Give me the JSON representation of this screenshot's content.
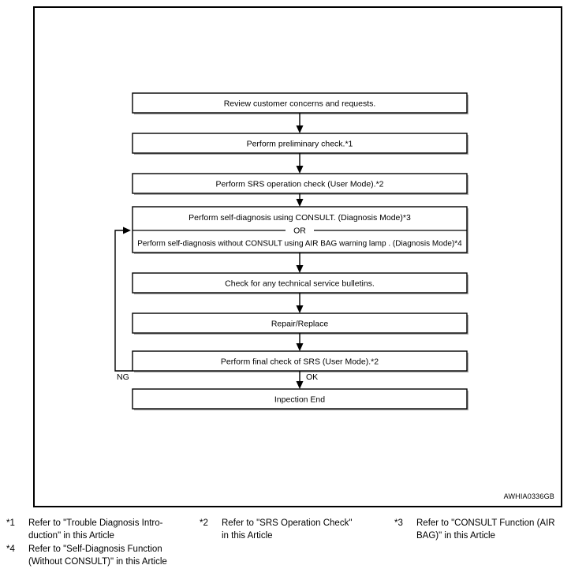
{
  "diagram": {
    "code": "AWHIA0336GB",
    "nodes": [
      {
        "id": "review",
        "label": "Review customer concerns and requests."
      },
      {
        "id": "preliminary",
        "label": "Perform preliminary check.*1"
      },
      {
        "id": "srs-check",
        "label": "Perform SRS operation check (User Mode).*2"
      },
      {
        "id": "self-diag-consult",
        "label": "Perform self-diagnosis using CONSULT. (Diagnosis Mode)*3"
      },
      {
        "id": "or-divider",
        "label": "OR"
      },
      {
        "id": "self-diag-no-consult",
        "label": "Perform self-diagnosis  without CONSULT using AIR BAG warning lamp . (Diagnosis Mode)*4"
      },
      {
        "id": "bulletins",
        "label": "Check for any technical service bulletins."
      },
      {
        "id": "repair",
        "label": "Repair/Replace"
      },
      {
        "id": "final-check",
        "label": "Perform final check of SRS (User Mode).*2"
      },
      {
        "id": "inspection-end",
        "label": "Inpection End"
      }
    ],
    "branches": {
      "ng_label": "NG",
      "ok_label": "OK"
    }
  },
  "footnotes": [
    {
      "marker": "*1",
      "text": "Refer to \"Trouble Diagnosis Intro-\nduction\" in this Article"
    },
    {
      "marker": "*2",
      "text": "Refer to \"SRS Operation Check\"\nin this Article"
    },
    {
      "marker": "*3",
      "text": "Refer to \"CONSULT Function (AIR\nBAG)\" in this Article"
    },
    {
      "marker": "*4",
      "text": "Refer to \"Self-Diagnosis Function\n(Without CONSULT)\" in this Article"
    }
  ]
}
